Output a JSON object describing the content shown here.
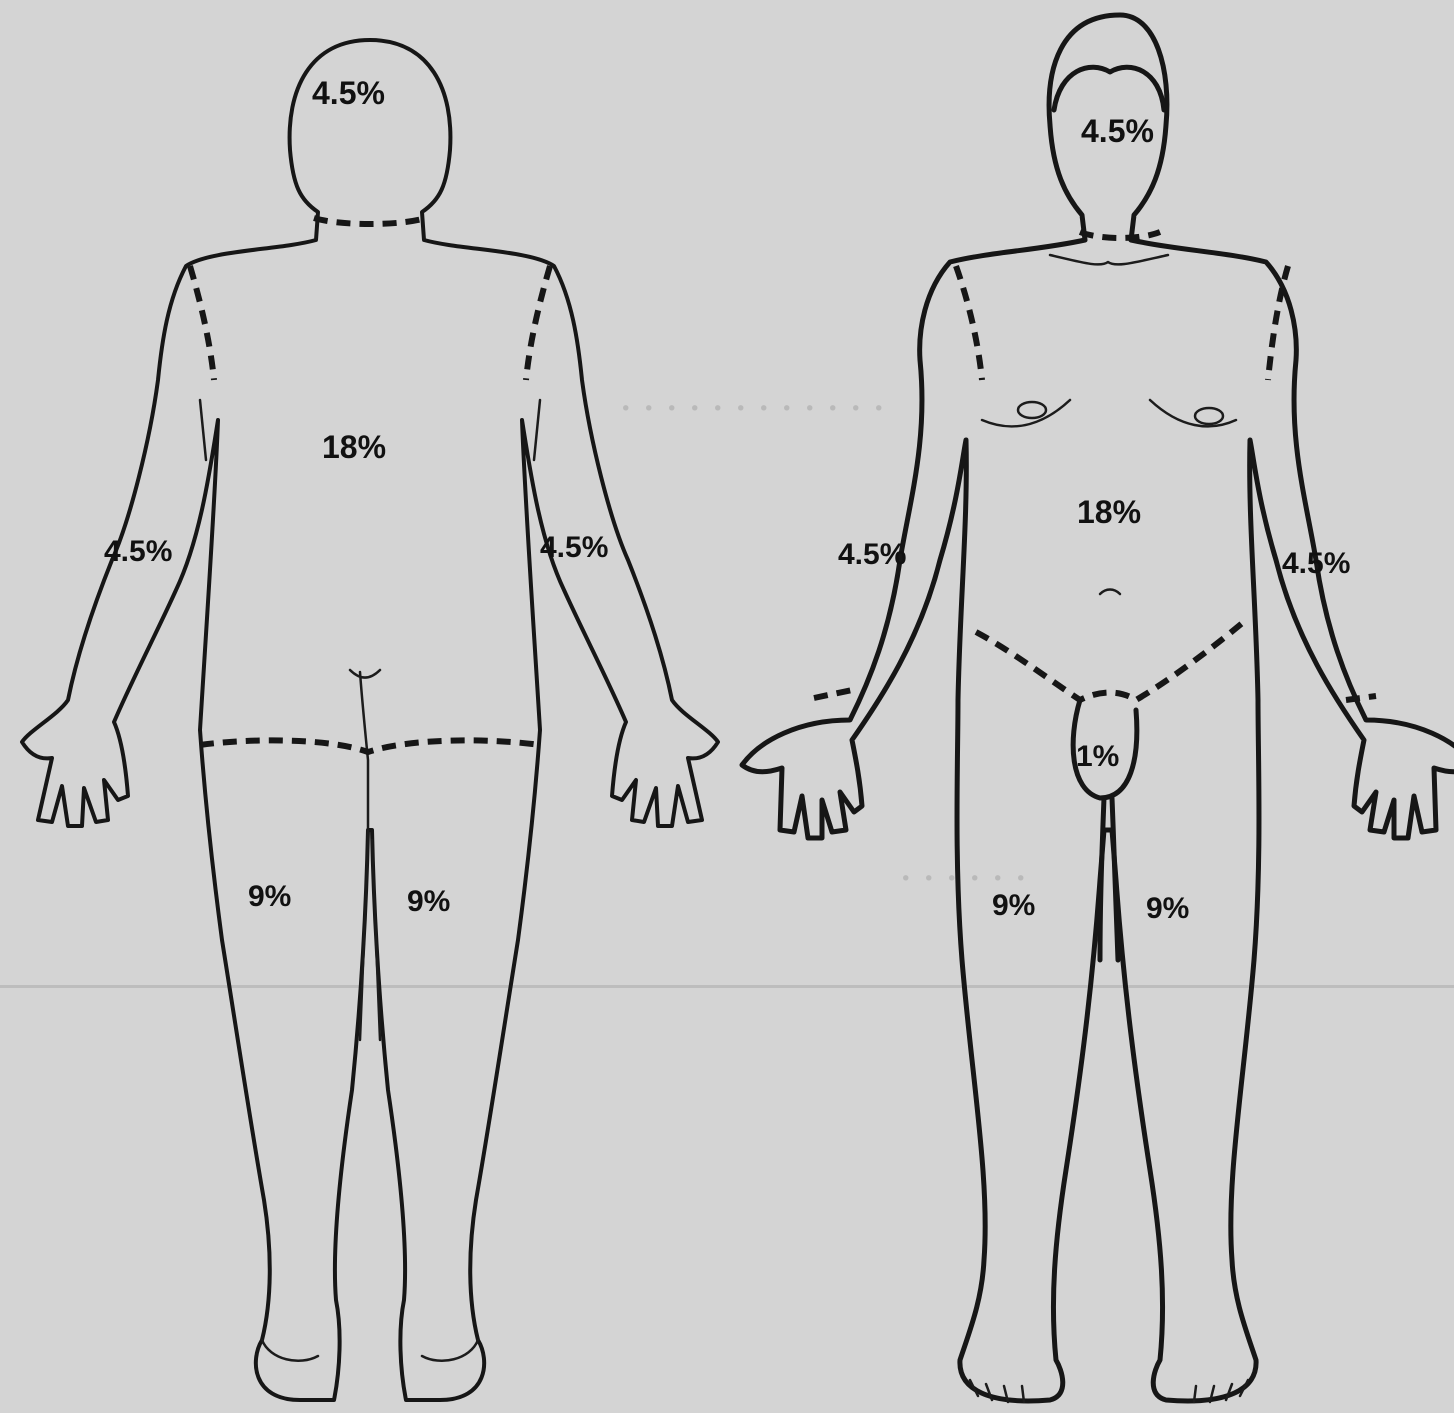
{
  "back_view": {
    "head": "4.5%",
    "trunk": "18%",
    "left_arm": "4.5%",
    "right_arm": "4.5%",
    "left_leg": "9%",
    "right_leg": "9%"
  },
  "front_view": {
    "head": "4.5%",
    "trunk": "18%",
    "left_arm": "4.5%",
    "right_arm": "4.5%",
    "genitals": "1%",
    "left_leg": "9%",
    "right_leg": "9%"
  }
}
